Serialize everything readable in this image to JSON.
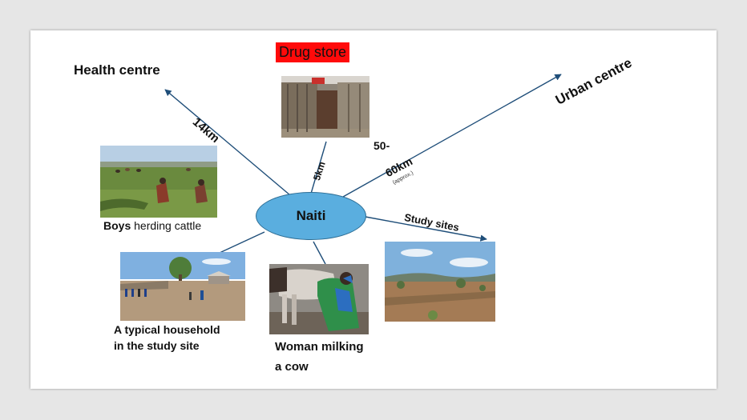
{
  "hub": {
    "label": "Naiti"
  },
  "destinations": {
    "health_centre": "Health centre",
    "drug_store": "Drug store",
    "urban_centre": "Urban centre",
    "study_sites": "Study sites"
  },
  "distances": {
    "health": "14km",
    "drug_store": "5km",
    "urban_line1": "50-",
    "urban_line2": "60km",
    "urban_note": "(approx.)"
  },
  "captions": {
    "boys_bold": "Boys",
    "boys_rest": " herding cattle",
    "household_line1": "A typical household",
    "household_line2": "in the study site",
    "woman_line1": "Woman milking",
    "woman_line2": "a cow"
  },
  "colors": {
    "hub_fill": "#5aaedf",
    "arrow": "#1f4e79",
    "drug_store_bg": "#ff0a0a"
  }
}
